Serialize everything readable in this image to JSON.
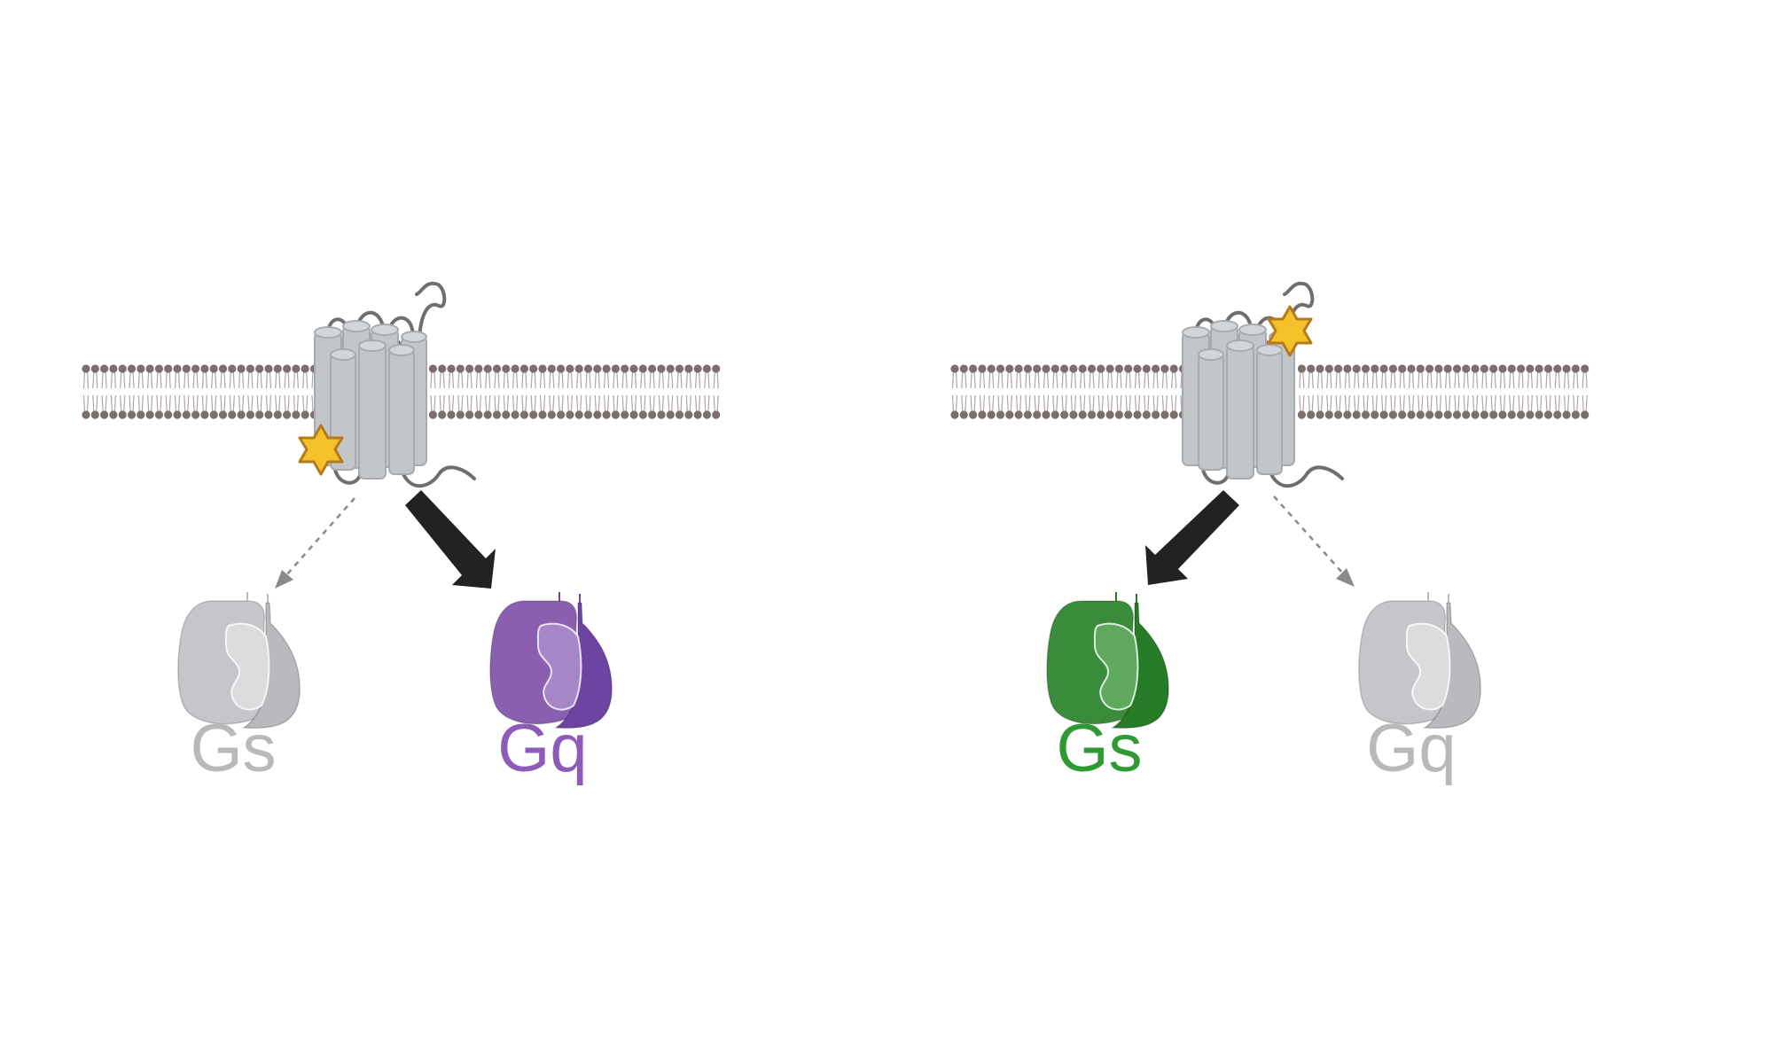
{
  "panels": [
    {
      "ligand_site": "intracellular",
      "g_proteins": [
        {
          "label": "Gs",
          "color": "#b9b9b9",
          "active": false
        },
        {
          "label": "Gq",
          "color": "#8e5cb8",
          "active": true
        }
      ]
    },
    {
      "ligand_site": "extracellular",
      "g_proteins": [
        {
          "label": "Gs",
          "color": "#2f9a32",
          "active": true
        },
        {
          "label": "Gq",
          "color": "#b9b9b9",
          "active": false
        }
      ]
    }
  ],
  "colors": {
    "membrane_head": "#7a6e6e",
    "membrane_tail": "#b0a6a6",
    "receptor_fill": "#c3c6c9",
    "receptor_stroke": "#a7abaf",
    "loop": "#6f6f6f",
    "ligand_fill": "#f3c22b",
    "ligand_stroke": "#b57a1b",
    "strong_arrow": "#222222",
    "weak_arrow": "#8a8a8a",
    "inactive_g": {
      "a": "#c4c6c9",
      "b": "#dadcde",
      "c": "#b8babd"
    },
    "purple_g": {
      "a": "#8a5fb0",
      "b": "#a685c8",
      "c": "#6e44a2"
    },
    "green_g": {
      "a": "#3a8b3a",
      "b": "#5fa95f",
      "c": "#267b26"
    }
  }
}
